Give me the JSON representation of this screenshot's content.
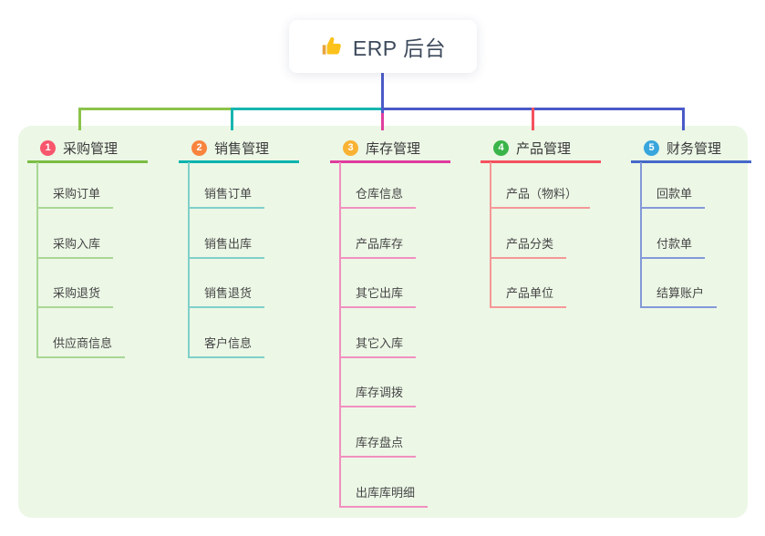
{
  "root": {
    "label": "ERP 后台",
    "icon": "thumbs-up-icon"
  },
  "branches": [
    {
      "index": "1",
      "label": "采购管理",
      "line_color": "#8bc34a",
      "badge_color": "#f8566c",
      "children": [
        "采购订单",
        "采购入库",
        "采购退货",
        "供应商信息"
      ]
    },
    {
      "index": "2",
      "label": "销售管理",
      "line_color": "#16b6af",
      "badge_color": "#f8843d",
      "children": [
        "销售订单",
        "销售出库",
        "销售退货",
        "客户信息"
      ]
    },
    {
      "index": "3",
      "label": "库存管理",
      "line_color": "#df3b9e",
      "badge_color": "#f9b233",
      "children": [
        "仓库信息",
        "产品库存",
        "其它出库",
        "其它入库",
        "库存调拨",
        "库存盘点",
        "出库库明细"
      ]
    },
    {
      "index": "4",
      "label": "产品管理",
      "line_color": "#f4515f",
      "badge_color": "#3bb54a",
      "children": [
        "产品（物料）",
        "产品分类",
        "产品单位"
      ]
    },
    {
      "index": "5",
      "label": "财务管理",
      "line_color": "#4468c8",
      "badge_color": "#38a6dd",
      "children": [
        "回款单",
        "付款单",
        "结算账户"
      ]
    }
  ],
  "colors": {
    "page_background": "#ffffff",
    "panel_background": "#ecf7e6",
    "root_connector": "#4a5ac8",
    "root_text": "#3d4a5c"
  }
}
